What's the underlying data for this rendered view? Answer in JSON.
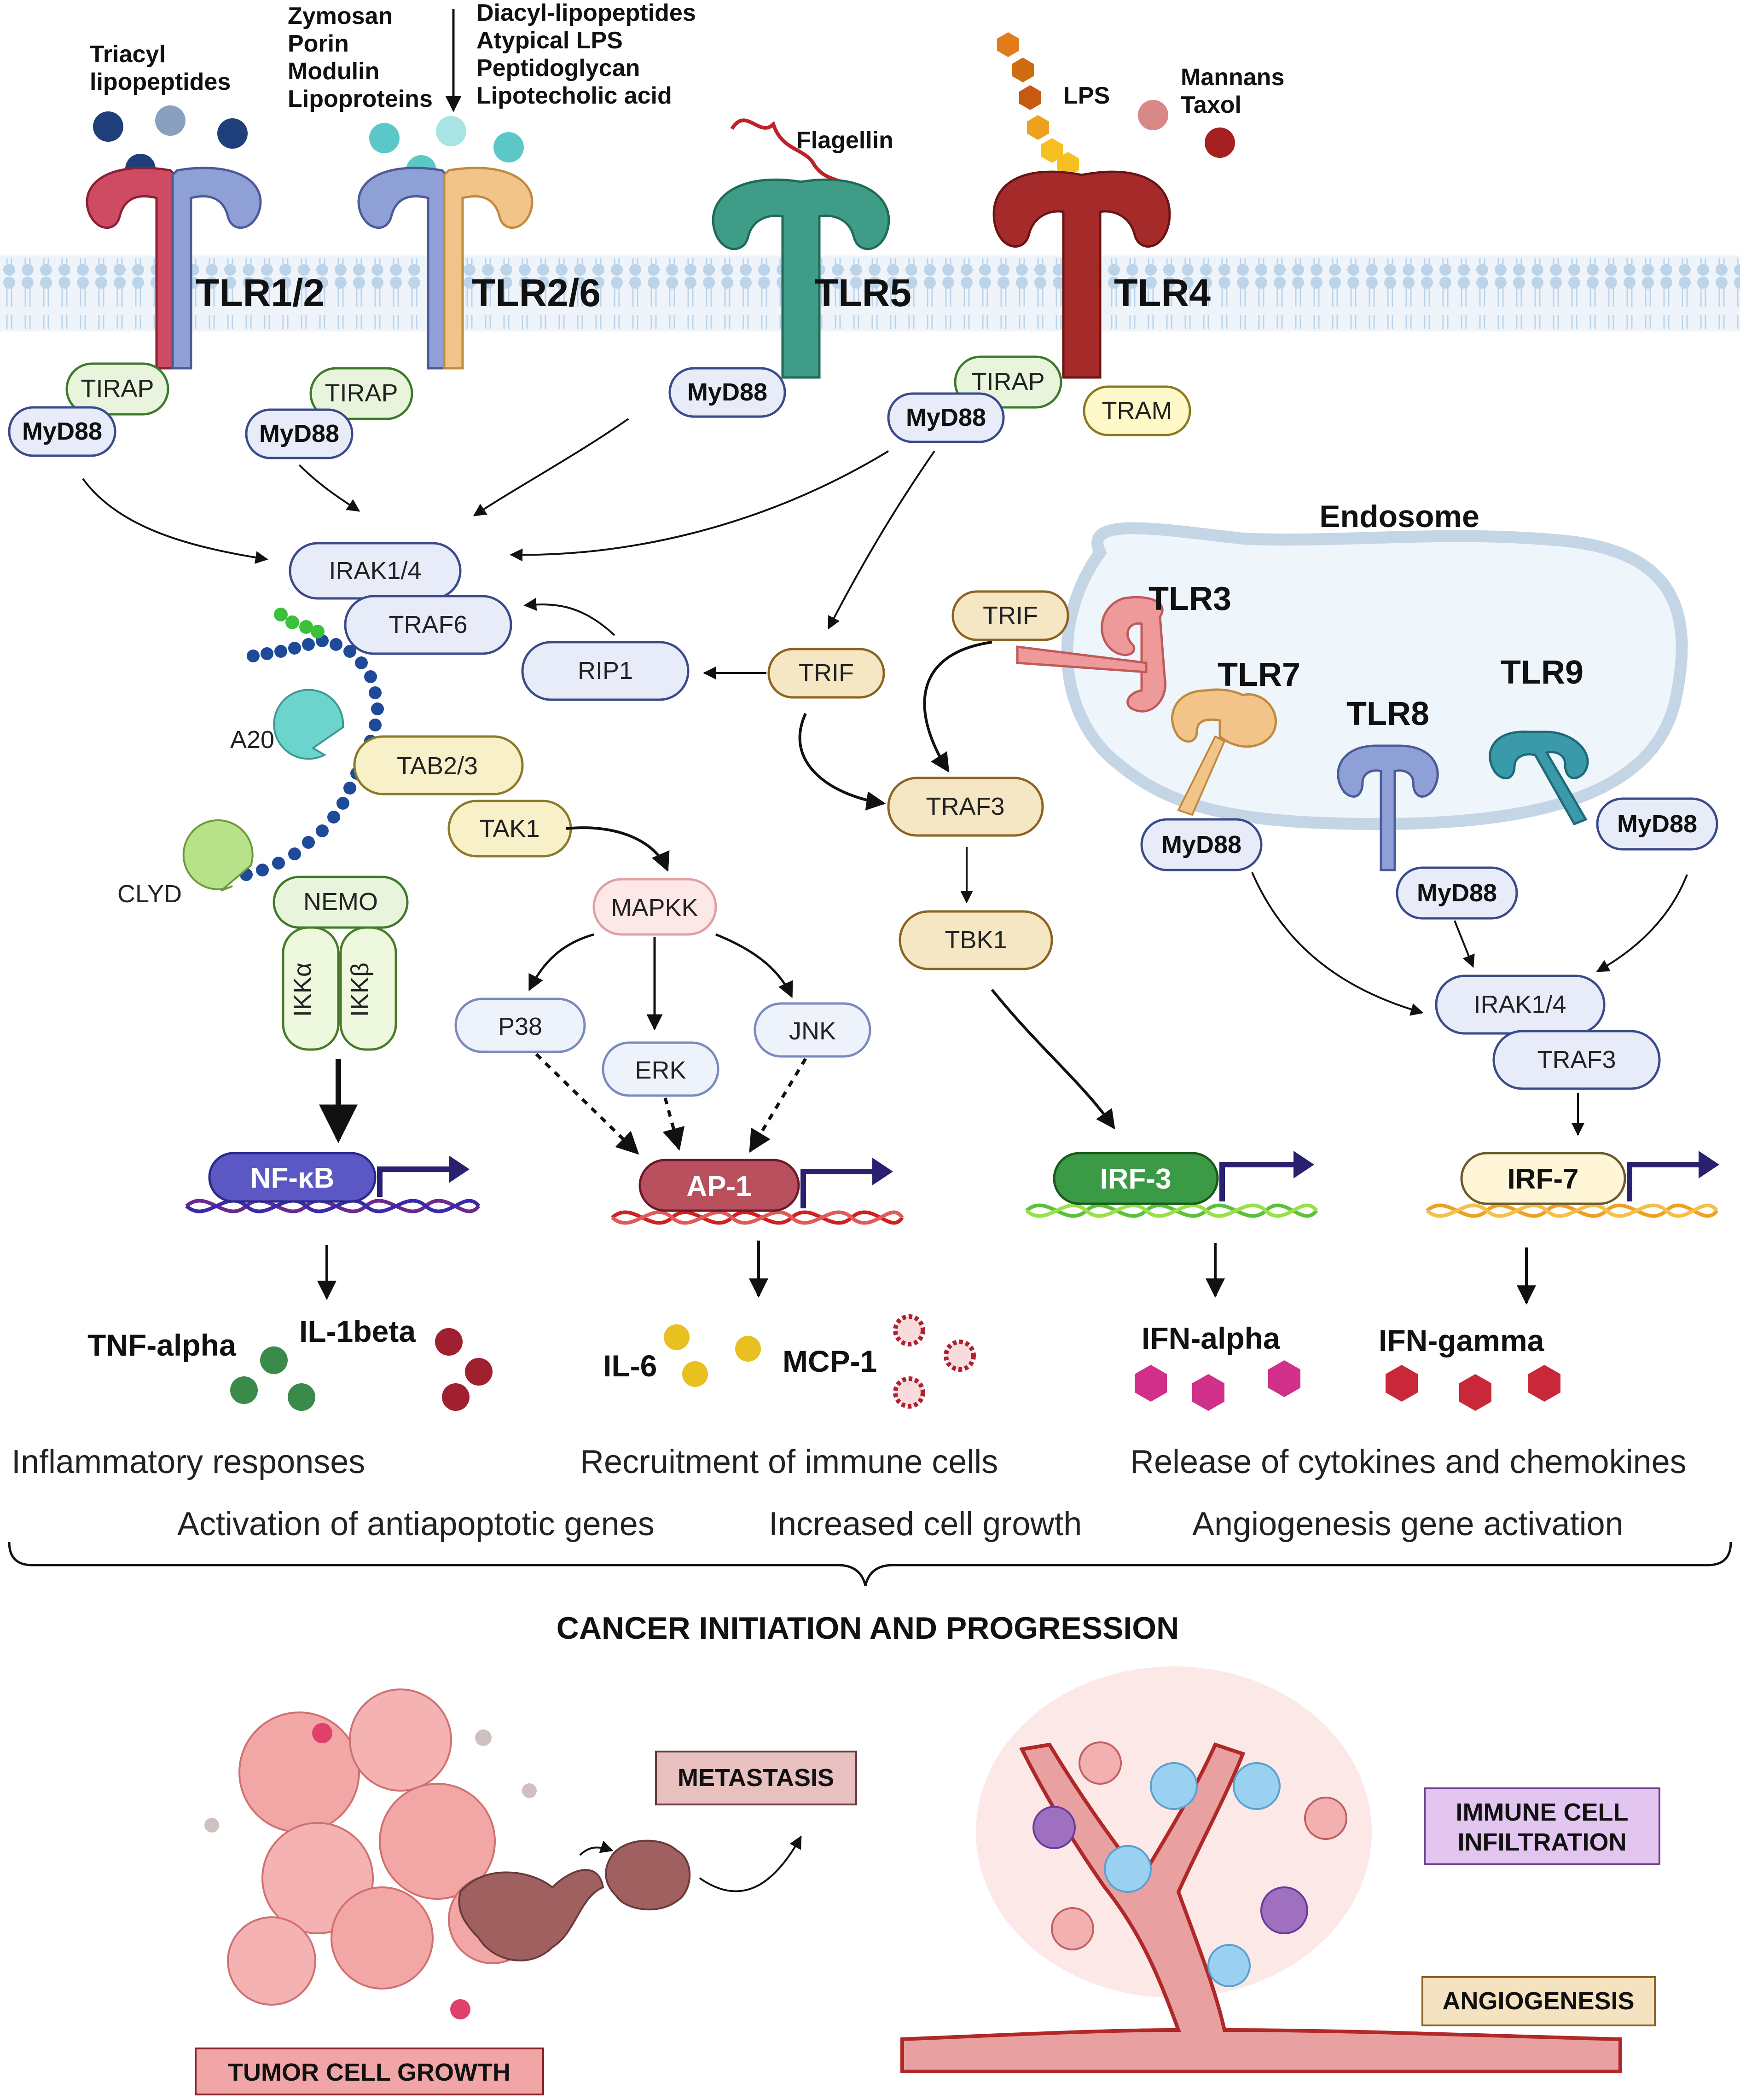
{
  "ligands": {
    "tlr12": [
      "Triacyl",
      "lipopeptides"
    ],
    "tlr26_left": [
      "Zymosan",
      "Porin",
      "Modulin",
      "Lipoproteins"
    ],
    "tlr26_right": [
      "Diacyl-lipopeptides",
      "Atypical LPS",
      "Peptidoglycan",
      "Lipotecholic acid"
    ],
    "flagellin": "Flagellin",
    "lps": "LPS",
    "mannans": [
      "Mannans",
      "Taxol"
    ]
  },
  "receptors": {
    "tlr12": "TLR1/2",
    "tlr26": "TLR2/6",
    "tlr5": "TLR5",
    "tlr4": "TLR4",
    "tlr3": "TLR3",
    "tlr7": "TLR7",
    "tlr8": "TLR8",
    "tlr9": "TLR9"
  },
  "adaptors": {
    "tirap": "TIRAP",
    "myd88": "MyD88",
    "tram": "TRAM",
    "trif": "TRIF"
  },
  "endosome": "Endosome",
  "signaling": {
    "irak14": "IRAK1/4",
    "traf6": "TRAF6",
    "rip1": "RIP1",
    "a20": "A20",
    "tab23": "TAB2/3",
    "tak1": "TAK1",
    "clyd": "CLYD",
    "nemo": "NEMO",
    "ikka": "IKKα",
    "ikkb": "IKKβ",
    "mapkk": "MAPKK",
    "p38": "P38",
    "erk": "ERK",
    "jnk": "JNK",
    "traf3": "TRAF3",
    "tbk1": "TBK1"
  },
  "transcription_factors": {
    "nfkb": "NF-κB",
    "ap1": "AP-1",
    "irf3": "IRF-3",
    "irf7": "IRF-7"
  },
  "cytokines": {
    "tnf": "TNF-alpha",
    "il1b": "IL-1beta",
    "il6": "IL-6",
    "mcp1": "MCP-1",
    "ifna": "IFN-alpha",
    "ifng": "IFN-gamma"
  },
  "outcomes": {
    "row1": [
      "Inflammatory responses",
      "Recruitment of immune cells",
      "Release of cytokines and chemokines"
    ],
    "row2": [
      "Activation of antiapoptotic genes",
      "Increased cell growth",
      "Angiogenesis gene activation"
    ]
  },
  "cancer": {
    "heading": "CANCER INITIATION AND PROGRESSION",
    "metastasis": "METASTASIS",
    "immune_infiltration": [
      "IMMUNE CELL",
      "INFILTRATION"
    ],
    "angiogenesis": "ANGIOGENESIS",
    "tumor_growth": "TUMOR CELL GROWTH"
  },
  "colors": {
    "membrane": "#cfe0ef",
    "tlr1": "#cf4a63",
    "tlr2": "#8fa0d6",
    "tlr6": "#f2c48a",
    "tlr5": "#3e9c87",
    "tlr4": "#a52a2a",
    "tlr3": "#ef9a9a",
    "tlr9": "#3a9aaa",
    "nfkb": "#5b57c4",
    "ap1": "#b9505e",
    "irf3": "#3b9a45",
    "irf7": "#fff6d8"
  }
}
